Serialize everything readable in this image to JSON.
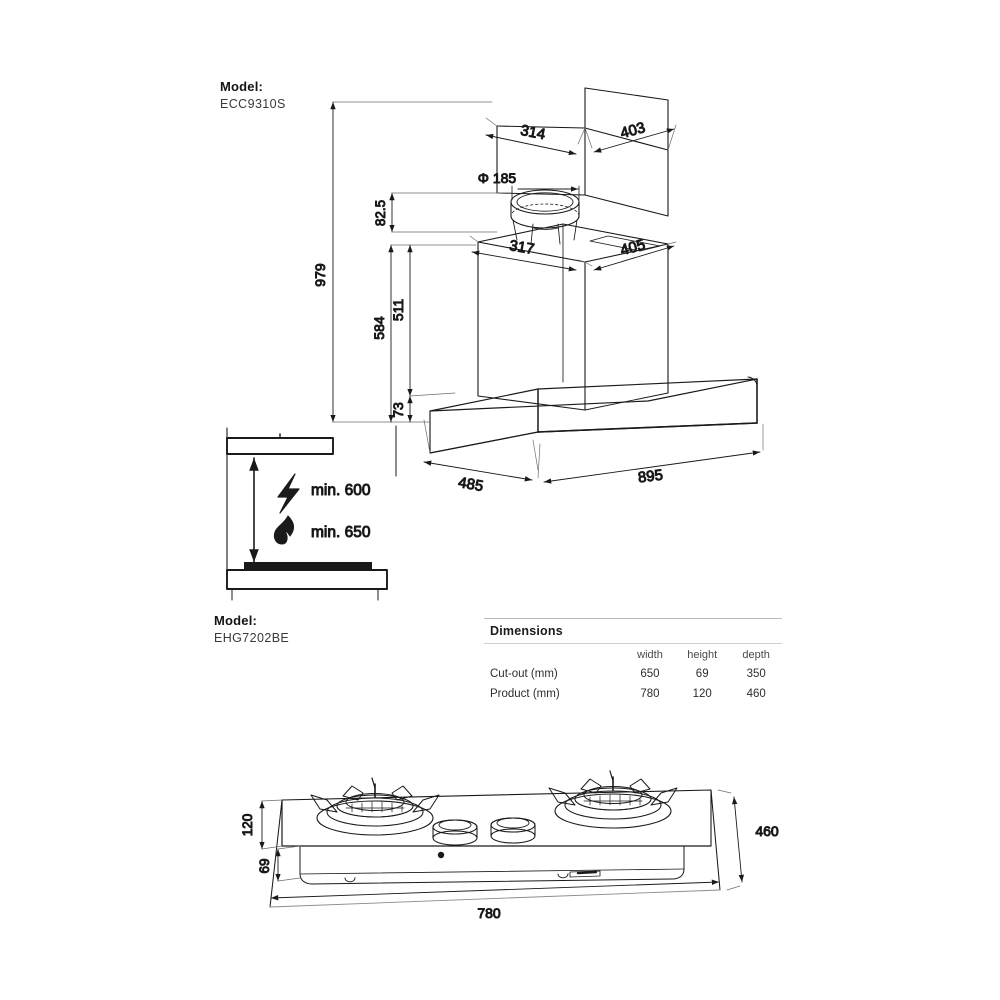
{
  "sheet": {
    "background": "#ffffff",
    "line_color": "#1a1a1a"
  },
  "hood": {
    "model_key": "Model:",
    "model_value": "ECC9310S",
    "dimensions": {
      "total_height": "979",
      "chimney_upper_depth": "314",
      "chimney_upper_width": "403",
      "outlet_diameter": "Φ 185",
      "outlet_height": "82.5",
      "chimney_lower_depth": "317",
      "chimney_lower_width": "405",
      "chimney_drop": "584",
      "chimney_run": "511",
      "canopy_height": "73",
      "canopy_depth": "485",
      "canopy_width": "895"
    }
  },
  "clearance": {
    "electric_icon": "lightning-bolt-icon",
    "electric_label": "min. 600",
    "gas_icon": "flame-icon",
    "gas_label": "min. 650"
  },
  "hob": {
    "model_key": "Model:",
    "model_value": "EHG7202BE",
    "dimensions": {
      "product_height": "120",
      "cutout_height": "69",
      "width": "780",
      "depth": "460"
    },
    "burner_count": 2,
    "knob_count": 2
  },
  "dimensions_table": {
    "title": "Dimensions",
    "columns": [
      "width",
      "height",
      "depth"
    ],
    "rows": [
      {
        "label": "Cut-out (mm)",
        "values": [
          "650",
          "69",
          "350"
        ]
      },
      {
        "label": "Product (mm)",
        "values": [
          "780",
          "120",
          "460"
        ]
      }
    ]
  }
}
